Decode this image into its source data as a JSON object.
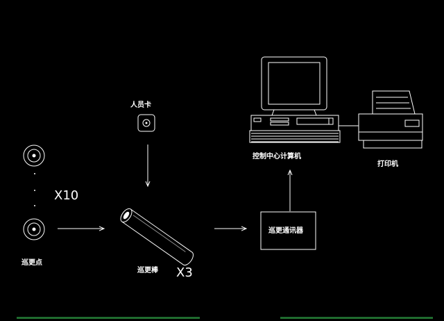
{
  "labels": {
    "checkpoint": "巡更点",
    "multiplier_checkpoint": "X10",
    "staff_card": "人员卡",
    "patrol_stick": "巡更棒",
    "multiplier_stick": "X3",
    "communicator": "巡更通讯器",
    "computer": "控制中心计算机",
    "printer": "打印机"
  },
  "colors": {
    "background": "#000000",
    "lines": "#ffffff",
    "ground_strip": "#1f6b2e"
  }
}
